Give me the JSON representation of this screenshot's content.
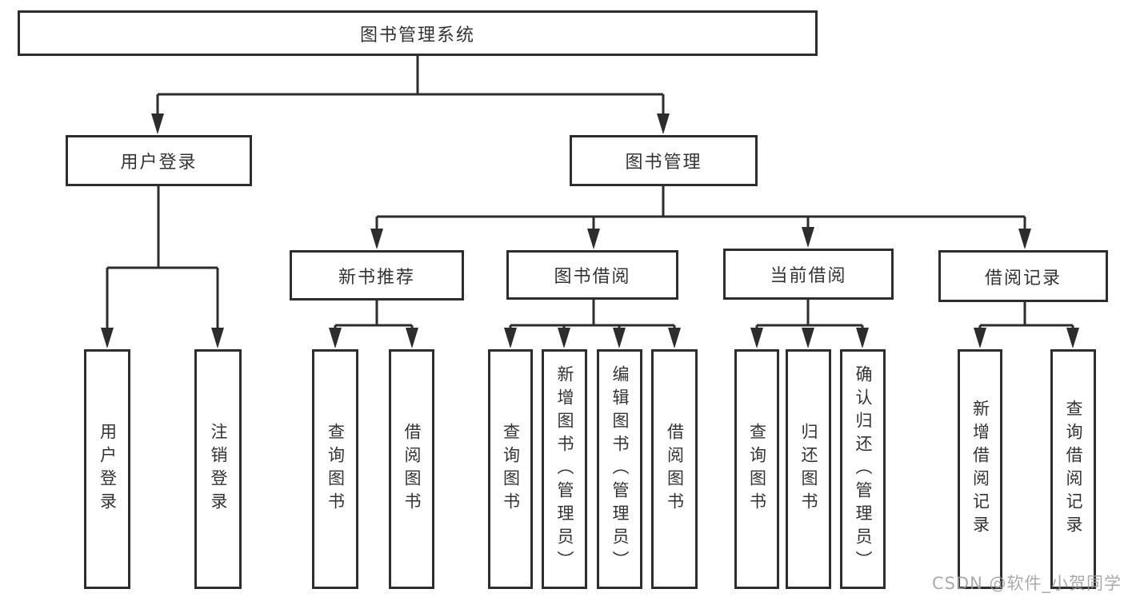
{
  "colors": {
    "line": "#2d2d2d",
    "text": "#333333",
    "watermark": "#9c9c9c",
    "background": "#ffffff"
  },
  "nodes": {
    "root": "图书管理系统",
    "user_login": "用户登录",
    "book_management": "图书管理",
    "new_book_recommend": "新书推荐",
    "book_borrow": "图书借阅",
    "current_borrow": "当前借阅",
    "borrow_records": "借阅记录",
    "leaf_user_login": "用户登录",
    "leaf_logout": "注销登录",
    "leaf_query_books_1": "查询图书",
    "leaf_borrow_books_1": "借阅图书",
    "leaf_query_books_2": "查询图书",
    "leaf_add_book_admin": "新增图书（管理员）",
    "leaf_edit_book_admin": "编辑图书（管理员）",
    "leaf_borrow_books_2": "借阅图书",
    "leaf_query_books_3": "查询图书",
    "leaf_return_book": "归还图书",
    "leaf_confirm_return_admin": "确认归还（管理员）",
    "leaf_add_borrow_record": "新增借阅记录",
    "leaf_query_borrow_record": "查询借阅记录"
  },
  "hierarchy": {
    "图书管理系统": {
      "用户登录": [
        "用户登录",
        "注销登录"
      ],
      "图书管理": {
        "新书推荐": [
          "查询图书",
          "借阅图书"
        ],
        "图书借阅": [
          "查询图书",
          "新增图书（管理员）",
          "编辑图书（管理员）",
          "借阅图书"
        ],
        "当前借阅": [
          "查询图书",
          "归还图书",
          "确认归还（管理员）"
        ],
        "借阅记录": [
          "新增借阅记录",
          "查询借阅记录"
        ]
      }
    }
  },
  "watermark": {
    "text": "CSDN @软件_小贺同学"
  }
}
